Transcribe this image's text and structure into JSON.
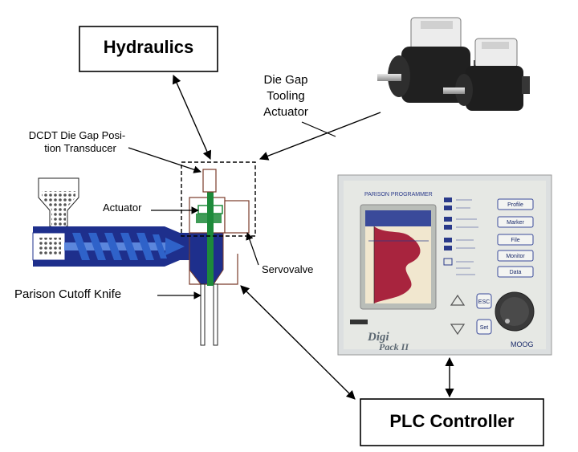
{
  "labels": {
    "hydraulics": "Hydraulics",
    "die_gap_line1": "Die Gap",
    "die_gap_line2": "Tooling",
    "die_gap_line3": "Actuator",
    "dcdt_line1": "DCDT Die Gap Posi-",
    "dcdt_line2": "tion Transducer",
    "actuator": "Actuator",
    "servovalve": "Servovalve",
    "cutoff_knife": "Parison Cutoff Knife",
    "plc_controller": "PLC Controller"
  },
  "panel": {
    "title": "PARISON PROGRAMMER",
    "brand_line1": "Digi",
    "brand_line2": "Pack II",
    "maker": "MOOG",
    "buttons": [
      "Profile",
      "Marker",
      "File",
      "Monitor",
      "Data"
    ],
    "side_keys": [
      "ESC",
      "Set"
    ]
  },
  "colors": {
    "screw_blue": "#2f62c9",
    "barrel_navy": "#1e2f8c",
    "rod_green": "#1d8a3a",
    "die_outline": "#7a3b2a",
    "panel_bg": "#e6e8e4",
    "screen_profile": "#a8243e"
  }
}
